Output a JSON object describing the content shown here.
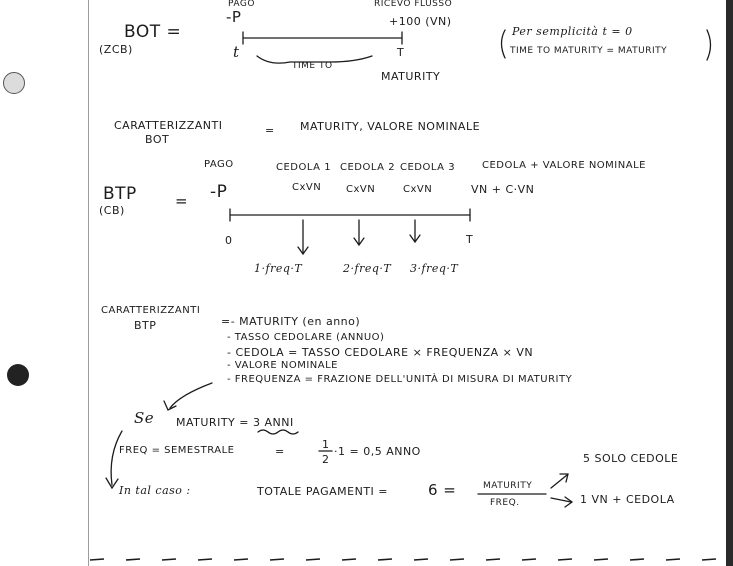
{
  "bot": {
    "label": "BOT =",
    "sub": "(ZCB)",
    "pago": "PAGO",
    "minus_p": "-P",
    "ricevo": "RICEVO FLUSSO",
    "plus_flow": "+100 (VN)",
    "t_start": "t",
    "t_end": "T",
    "time_to": "TIME TO",
    "maturity": "MATURITY",
    "note_line1": "Per semplicità t = 0",
    "note_line2": "TIME TO MATURITY = MATURITY"
  },
  "car_bot": {
    "label1": "CARATTERIZZANTI",
    "label2": "BOT",
    "eq": "=",
    "value": "MATURITY, VALORE NOMINALE"
  },
  "btp": {
    "label": "BTP",
    "sub": "(CB)",
    "eq": "=",
    "minus_p": "-P",
    "pago": "PAGO",
    "cedola1": "CEDOLA 1",
    "cedola2": "CEDOLA 2",
    "cedola3": "CEDOLA 3",
    "cedola_final": "CEDOLA + VALORE NOMINALE",
    "cxvn1": "CxVN",
    "cxvn2": "CxVN",
    "cxvn3": "CxVN",
    "vn_c": "VN + C·VN",
    "zero": "0",
    "t_end": "T",
    "freq1": "1·freq·T",
    "freq2": "2·freq·T",
    "freq3": "3·freq·T"
  },
  "car_btp": {
    "label1": "CARATTERIZZANTI",
    "label2": "BTP",
    "items": [
      "=- MATURITY (en anno)",
      "- TASSO CEDOLARE (ANNUO)",
      "- CEDOLA =   TASSO CEDOLARE × FREQUENZA × VN",
      "- VALORE NOMINALE",
      "- FREQUENZA = FRAZIONE DELL'UNITÀ DI MISURA DI MATURITY"
    ]
  },
  "example": {
    "se": "Se",
    "maturity": "MATURITY = 3 ANNI",
    "freq_label": "FREQ = SEMESTRALE",
    "freq_eq": "=",
    "half_num": "1",
    "half_den": "2",
    "half_rest": "·1 =  0,5 ANNO",
    "in_tal_caso": "In tal caso :",
    "totale": "TOTALE PAGAMENTI  =",
    "six": "6 =",
    "frac_num": "MATURITY",
    "frac_den": "FREQ.",
    "five": "5 SOLO CEDOLE",
    "one": "1 VN + CEDOLA"
  }
}
